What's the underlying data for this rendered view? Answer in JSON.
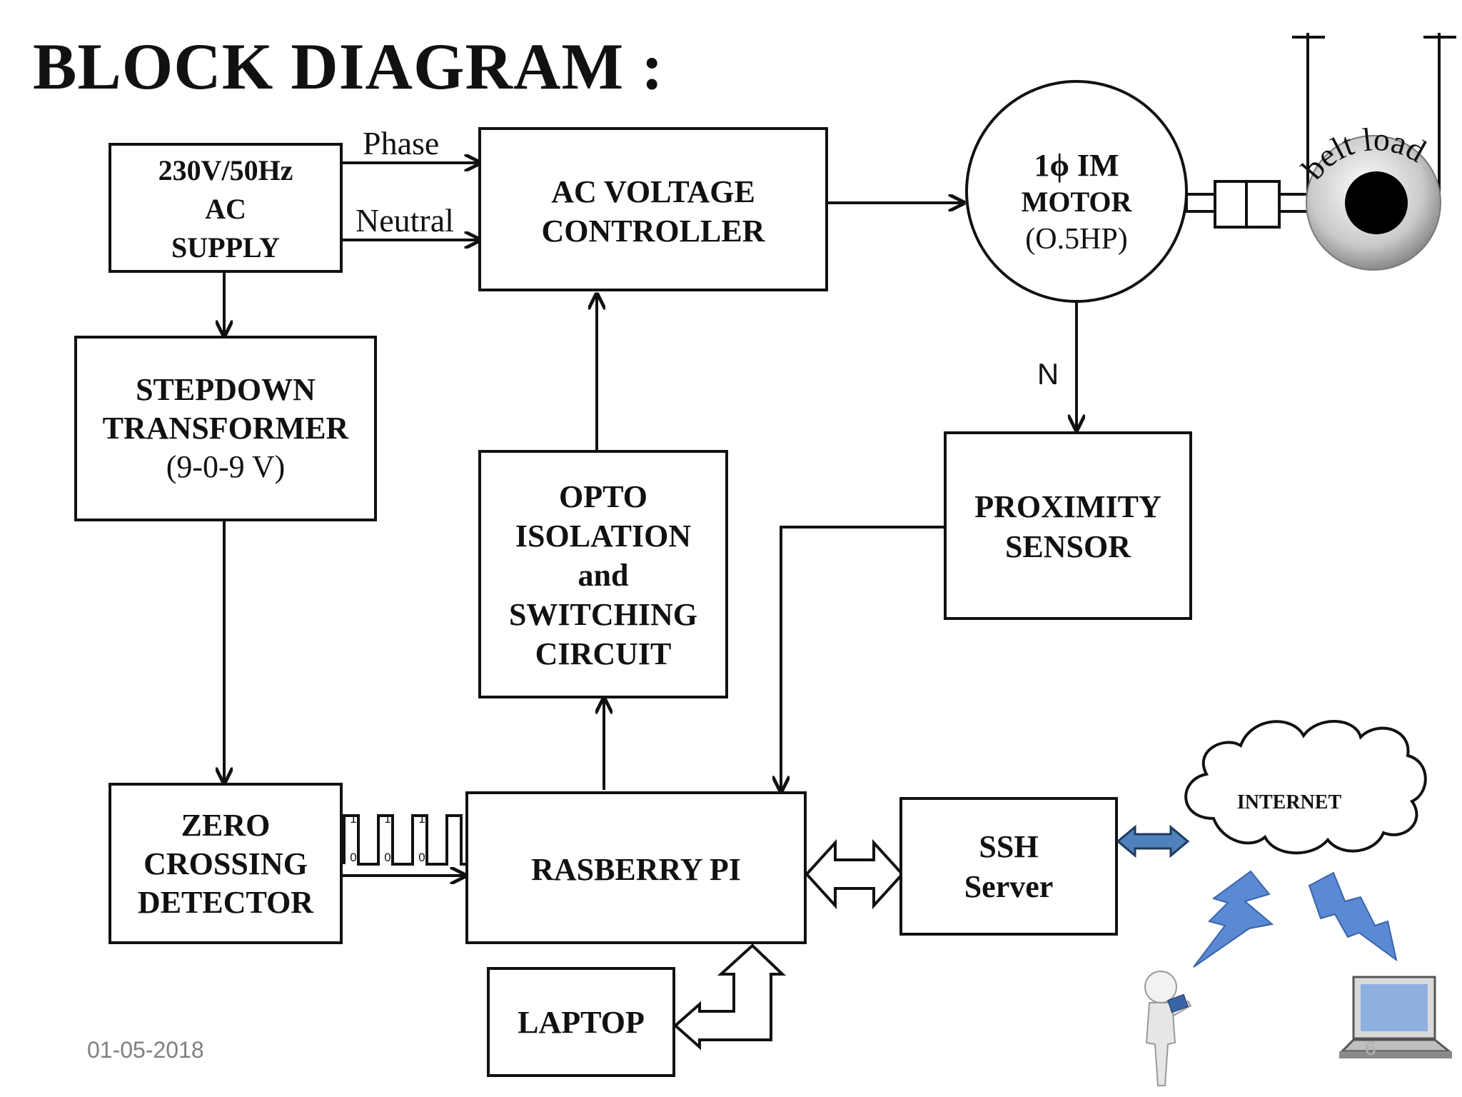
{
  "title": "BLOCK DIAGRAM :",
  "footer": {
    "date": "01-05-2018",
    "slide_number": "6"
  },
  "colors": {
    "line": "#111111",
    "arrow_fill": "#4f81bd",
    "lightning": "#5b8ad4",
    "laptop_screen": "#8db0e0"
  },
  "blocks": {
    "ac_supply": {
      "lines": [
        "230V/50Hz",
        "AC",
        "SUPPLY"
      ]
    },
    "ac_voltage_controller": {
      "lines": [
        "AC VOLTAGE",
        "CONTROLLER"
      ]
    },
    "motor": {
      "line1": "1ϕ IM",
      "line2": "MOTOR",
      "line3": "(O.5HP)"
    },
    "stepdown_transformer": {
      "line1": "STEPDOWN",
      "line2": "TRANSFORMER",
      "line3": "(9-0-9 V)"
    },
    "opto_isolation": {
      "lines": [
        "OPTO",
        "ISOLATION",
        "and",
        "SWITCHING",
        "CIRCUIT"
      ]
    },
    "proximity_sensor": {
      "lines": [
        "PROXIMITY",
        "SENSOR"
      ]
    },
    "zero_crossing_detector": {
      "lines": [
        "ZERO",
        "CROSSING",
        "DETECTOR"
      ]
    },
    "raspberry_pi": {
      "label": "RASBERRY PI"
    },
    "ssh_server": {
      "lines": [
        "SSH",
        "Server"
      ]
    },
    "internet": {
      "label": "INTERNET"
    },
    "laptop": {
      "label": "LAPTOP"
    }
  },
  "labels": {
    "phase": "Phase",
    "neutral": "Neutral",
    "speed": "N",
    "belt_load": "belt load",
    "pulse_bits": [
      "1",
      "0",
      "1",
      "0",
      "1",
      "0"
    ]
  },
  "icons": [
    "laptop-icon",
    "person-tablet-icon",
    "lightning-icon",
    "cloud-icon",
    "pulley-icon"
  ]
}
